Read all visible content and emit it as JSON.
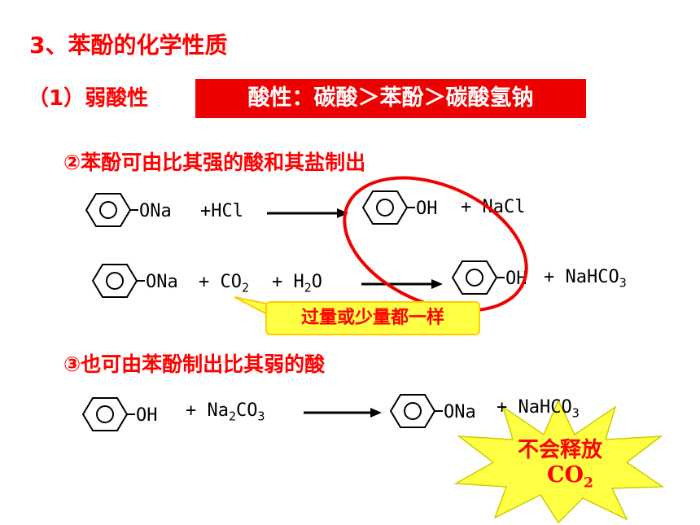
{
  "section": {
    "title": "3、苯酚的化学性质",
    "subtitle": "（1）弱酸性",
    "acidity_box": "酸性：碳酸＞苯酚＞碳酸氢钠"
  },
  "point2": {
    "text": "②苯酚可由比其强的酸和其盐制出",
    "eq1": {
      "reactant_group": "ONa",
      "reagent": "+HCl",
      "product_group": "OH",
      "product_rest": "+ NaCl"
    },
    "eq2": {
      "reactant_group": "ONa",
      "co2_main": "+ CO",
      "co2_sub": "2",
      "water_main": "+ H",
      "water_sub": "2",
      "water_end": "O",
      "product_group": "OH",
      "product_main": "+ NaHCO",
      "product_sub": "3"
    },
    "note": "过量或少量都一样"
  },
  "point3": {
    "text": "③也可由苯酚制出比其弱的酸",
    "eq3": {
      "reactant_group": "OH",
      "reagent_main": "+ Na",
      "reagent_sub1": "2",
      "reagent_mid": "CO",
      "reagent_sub2": "3",
      "product_group": "ONa",
      "product_main": "+ NaHCO",
      "product_sub": "3"
    },
    "starburst": {
      "line1": "不会释放",
      "line2_main": "CO",
      "line2_sub": "2"
    }
  },
  "colors": {
    "accent": "#ff0000",
    "note_fill": "#ffff44",
    "starburst_fill": "#ffff44"
  }
}
